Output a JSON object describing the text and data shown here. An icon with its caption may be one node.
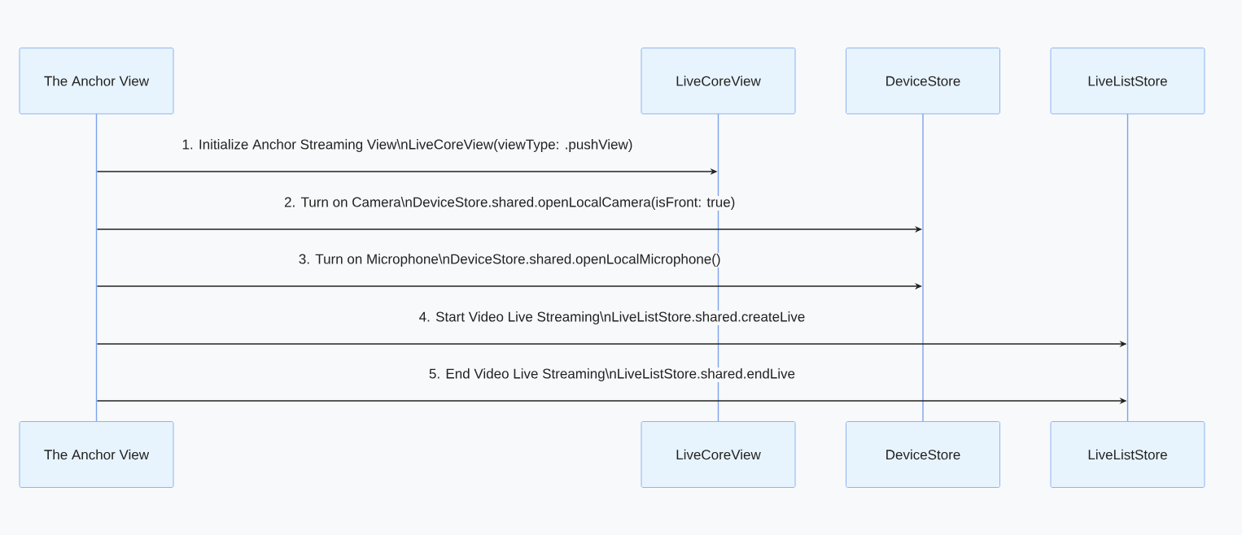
{
  "diagram": {
    "nodes": [
      {
        "text": [
          "The Anchor View"
        ]
      },
      {
        "text": [
          "LiveCoreView"
        ]
      },
      {
        "text": [
          "DeviceStore"
        ]
      },
      {
        "text": [
          "LiveListStore"
        ]
      },
      {
        "text": [],
        "shape": "line"
      },
      {
        "text": [],
        "shape": "line"
      },
      {
        "text": [],
        "shape": "line"
      },
      {
        "text": [],
        "shape": "line"
      },
      {
        "text": [
          "The Anchor View"
        ]
      },
      {
        "text": [
          "LiveCoreView"
        ]
      },
      {
        "text": [
          "DeviceStore"
        ]
      },
      {
        "text": [
          "LiveListStore"
        ]
      }
    ],
    "edges": [
      {
        "from": 4,
        "to": 5,
        "arrow": "to",
        "label": "1. Initialize Anchor Streaming View\\nLiveCoreView(viewType: .pushView)"
      },
      {
        "from": 4,
        "to": 6,
        "arrow": "to",
        "label": "2. Turn on Camera\\nDeviceStore.shared.openLocalCamera(isFront: true)"
      },
      {
        "from": 4,
        "to": 6,
        "arrow": "to",
        "label": "3. Turn on Microphone\\nDeviceStore.shared.openLocalMicrophone()"
      },
      {
        "from": 4,
        "to": 7,
        "arrow": "to",
        "label": "4. Start Video Live Streaming\\nLiveListStore.shared.createLive"
      },
      {
        "from": 4,
        "to": 7,
        "arrow": "to",
        "label": "5. End Video Live Streaming\\nLiveListStore.shared.endLive"
      }
    ]
  }
}
